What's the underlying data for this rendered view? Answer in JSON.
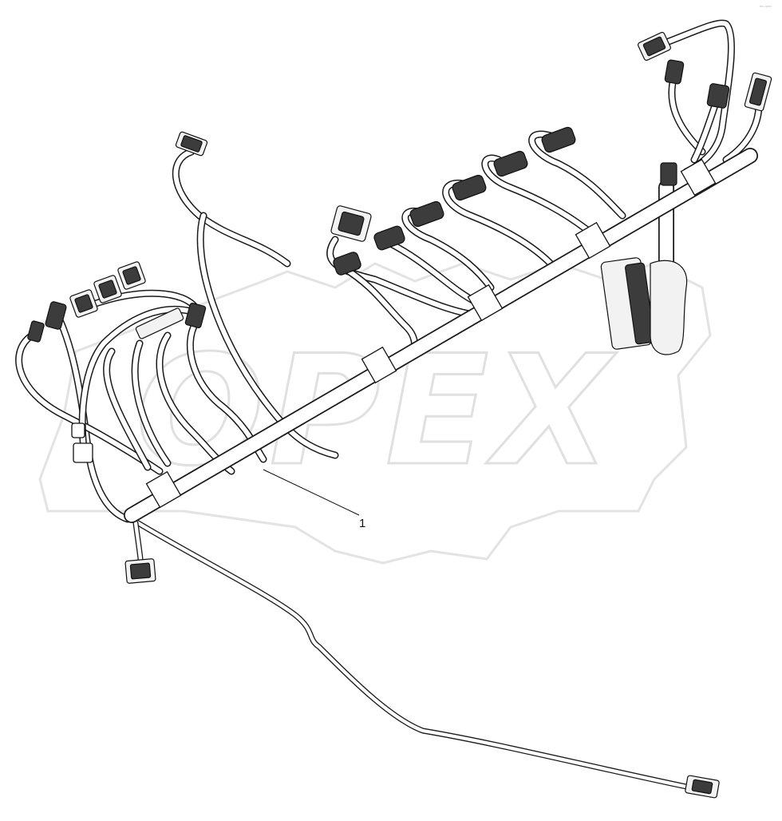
{
  "watermark": {
    "text": "OPEX",
    "brand_tag": "lex-opex"
  },
  "callouts": [
    {
      "label": "1"
    }
  ],
  "colors": {
    "line": "#1a1a1a",
    "watermark": "#e3e3e3",
    "connector": "#3c3c3c"
  }
}
